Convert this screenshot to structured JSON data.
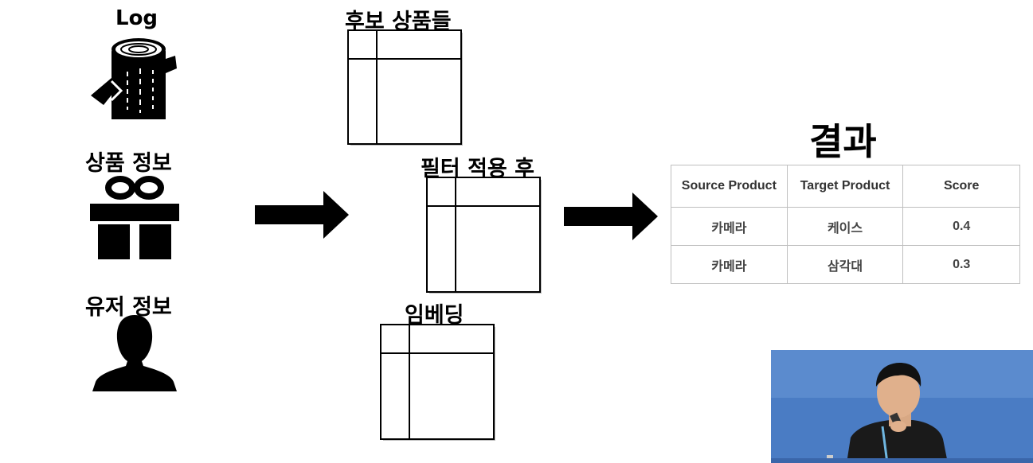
{
  "inputs": {
    "log_label": "Log",
    "product_label": "상품 정보",
    "user_label": "유저 정보"
  },
  "stages": {
    "candidates_label": "후보 상품들",
    "filtered_label": "필터 적용 후",
    "embedding_label": "임베딩"
  },
  "result": {
    "title": "결과",
    "headers": [
      "Source Product",
      "Target Product",
      "Score"
    ],
    "rows": [
      [
        "카메라",
        "케이스",
        "0.4"
      ],
      [
        "카메라",
        "삼각대",
        "0.3"
      ]
    ]
  },
  "colors": {
    "icon": "#000000",
    "table_border": "#bfbfbf",
    "video_bg": "#4f80c8"
  },
  "icons": [
    "log-icon",
    "gift-icon",
    "user-silhouette-icon",
    "arrow-right-icon"
  ]
}
